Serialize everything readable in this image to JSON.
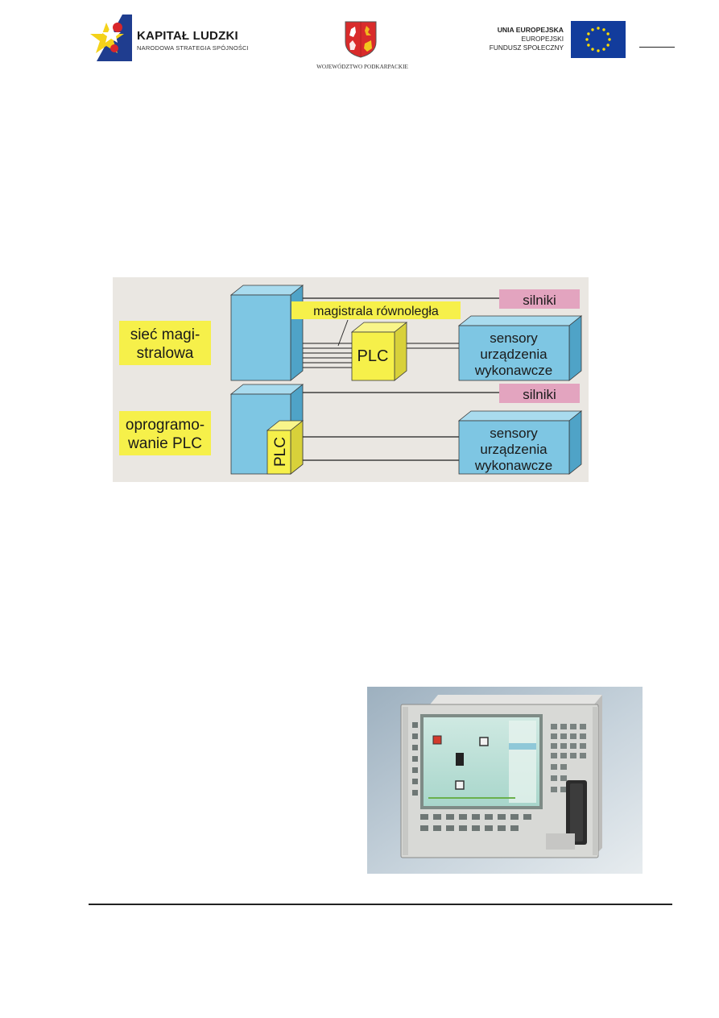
{
  "header": {
    "kapital_ludzki": {
      "title": "KAPITAŁ LUDZKI",
      "subtitle": "NARODOWA STRATEGIA SPÓJNOŚCI"
    },
    "region": {
      "caption": "WOJEWÓDZTWO PODKARPACKIE"
    },
    "eu": {
      "line1": "UNIA EUROPEJSKA",
      "line2": "EUROPEJSKI",
      "line3": "FUNDUSZ SPOŁECZNY"
    }
  },
  "diagram": {
    "label_siec_1": "sieć magi-",
    "label_siec_2": "stralowa",
    "label_opr_1": "oprogramo-",
    "label_opr_2": "wanie PLC",
    "bus_label": "magistrala równoległa",
    "plc_center": "PLC",
    "plc_vertical": "PLC",
    "motors_top": "silniki",
    "motors_bottom": "silniki",
    "sensors_top_1": "sensory",
    "sensors_top_2": "urządzenia",
    "sensors_top_3": "wykonawcze",
    "sensors_bottom_1": "sensory",
    "sensors_bottom_2": "urządzenia",
    "sensors_bottom_3": "wykonawcze",
    "colors": {
      "blue": "#7ec6e3",
      "blue_dark": "#4fa3c7",
      "yellow": "#f6f04a",
      "pink": "#e3a4bf",
      "background": "#eae7e2"
    }
  }
}
